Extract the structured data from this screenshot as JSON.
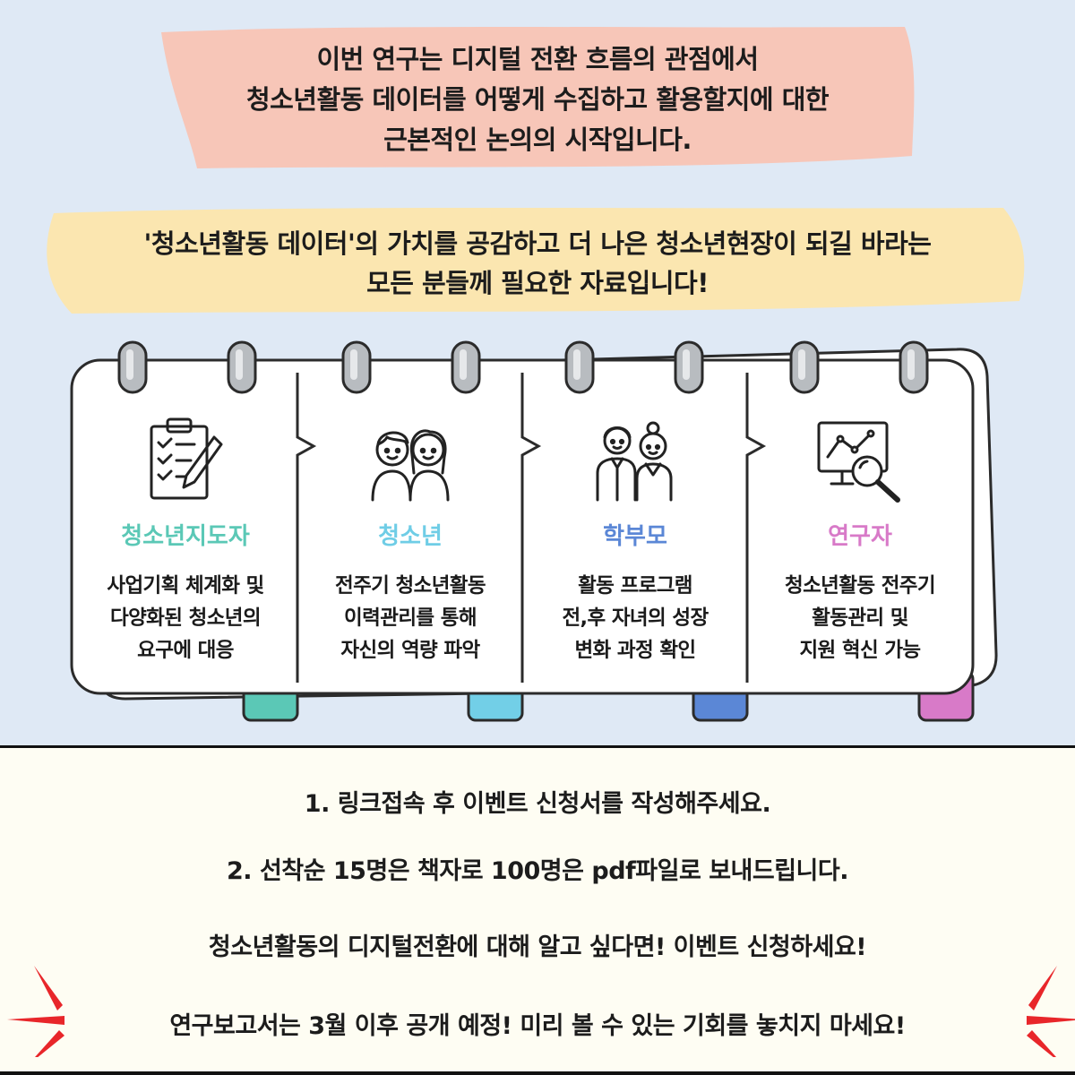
{
  "banner1": {
    "lines": [
      "이번 연구는 디지털 전환 흐름의 관점에서",
      "청소년활동 데이터를 어떻게 수집하고 활용할지에 대한",
      "근본적인 논의의 시작입니다."
    ],
    "color": "#f7c6b8"
  },
  "banner2": {
    "lines": [
      "'청소년활동 데이터'의 가치를 공감하고 더 나은 청소년현장이 되길 바라는",
      "모든 분들께 필요한 자료입니다!"
    ],
    "color": "#fbe6b0"
  },
  "columns": [
    {
      "icon": "clipboard-checklist-icon",
      "title": "청소년지도자",
      "title_color": "#5bc8b6",
      "tab_color": "#5bc8b6",
      "desc": [
        "사업기획 체계화 및",
        "다양화된 청소년의",
        "요구에 대응"
      ]
    },
    {
      "icon": "two-kids-icon",
      "title": "청소년",
      "title_color": "#6fcde6",
      "tab_color": "#72cfe7",
      "desc": [
        "전주기 청소년활동",
        "이력관리를 통해",
        "자신의 역량 파악"
      ]
    },
    {
      "icon": "parents-icon",
      "title": "학부모",
      "title_color": "#5b87d6",
      "tab_color": "#5b87d6",
      "desc": [
        "활동 프로그램",
        "전,후 자녀의 성장",
        "변화 과정 확인"
      ]
    },
    {
      "icon": "data-analysis-icon",
      "title": "연구자",
      "title_color": "#d87ac8",
      "tab_color": "#d87ac8",
      "desc": [
        "청소년활동 전주기",
        "활동관리 및",
        "지원 혁신 가능"
      ]
    }
  ],
  "notices": [
    "1. 링크접속 후 이벤트 신청서를 작성해주세요.",
    "2. 선착순 15명은 책자로 100명은 pdf파일로 보내드립니다.",
    "청소년활동의 디지털전환에 대해 알고 싶다면! 이벤트 신청하세요!",
    "연구보고서는 3월 이후 공개 예정! 미리 볼 수 있는 기회를 놓치지 마세요!"
  ],
  "colors": {
    "top_bg": "#dfe9f5",
    "bottom_bg": "#fefdf3",
    "burst": "#e8262a"
  }
}
